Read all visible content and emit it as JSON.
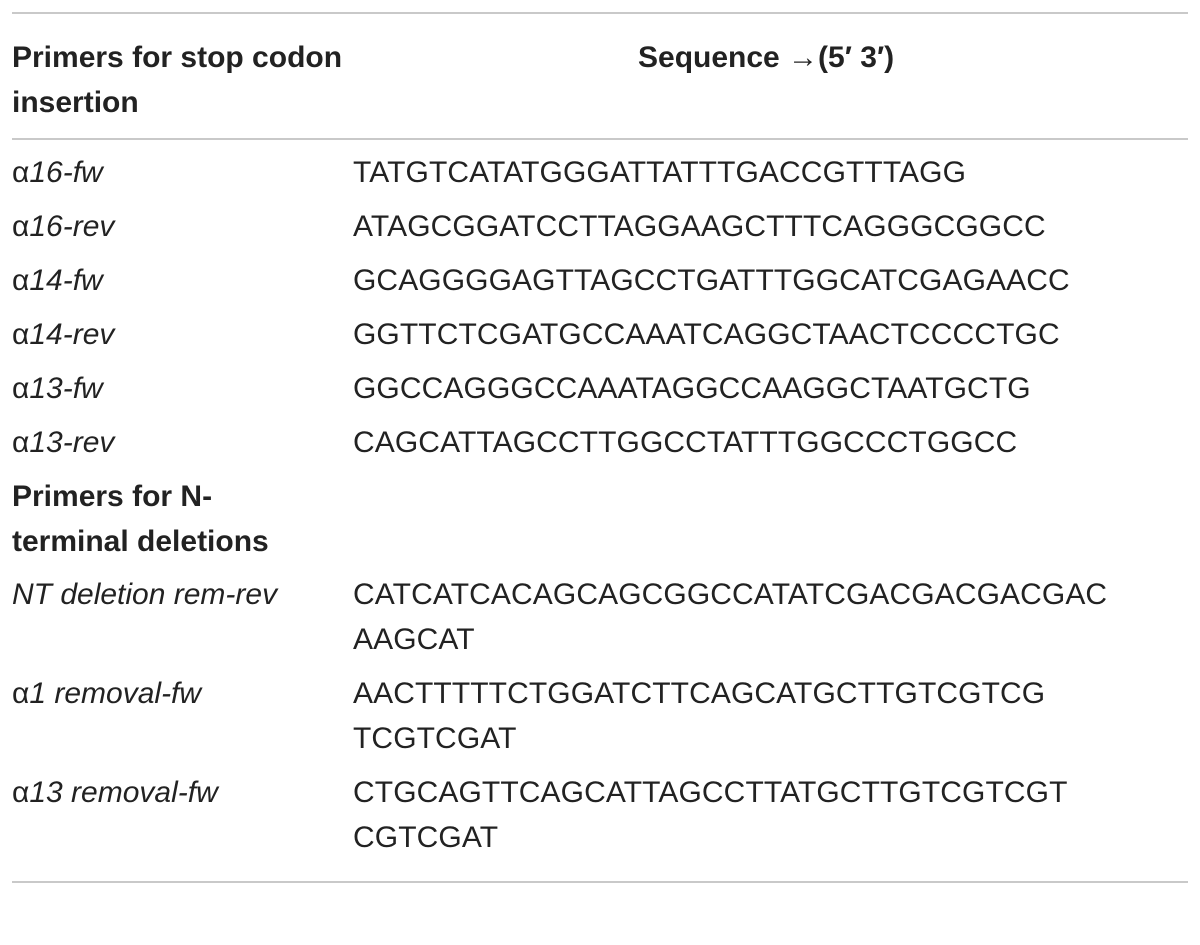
{
  "table": {
    "header": {
      "col1": "Primers for stop codon insertion",
      "col2": "Sequence →(5′ 3′)"
    },
    "stop_codon_rows": [
      {
        "prefix": "α",
        "name": "16-fw",
        "sequence": "TATGTCATATGGGATTATTTGACCGTTTAGG"
      },
      {
        "prefix": "α",
        "name": "16-rev",
        "sequence": "ATAGCGGATCCTTAGGAAGCTTTCAGGGCGGCC"
      },
      {
        "prefix": "α",
        "name": "14-fw",
        "sequence": "GCAGGGGAGTTAGCCTGATTTGGCATCGAGAACC"
      },
      {
        "prefix": "α",
        "name": "14-rev",
        "sequence": "GGTTCTCGATGCCAAATCAGGCTAACTCCCCTGC"
      },
      {
        "prefix": "α",
        "name": "13-fw",
        "sequence": "GGCCAGGGCCAAATAGGCCAAGGCTAATGCTG"
      },
      {
        "prefix": "α",
        "name": "13-rev",
        "sequence": "CAGCATTAGCCTTGGCCTATTTGGCCCTGGCC"
      }
    ],
    "section2_title": "Primers for N-terminal deletions",
    "deletion_rows": [
      {
        "prefix": "",
        "name": "NT deletion rem-rev",
        "seq_line1": "CATCATCACAGCAGCGGCCATATCGACGACGACGAC",
        "seq_line2": "AAGCAT"
      },
      {
        "prefix": "α",
        "name": "1 removal-fw",
        "seq_line1": "AACTTTTTCTGGATCTTCAGCATGCTTGTCGTCG",
        "seq_line2": "TCGTCGAT"
      },
      {
        "prefix": "α",
        "name": "13 removal-fw",
        "seq_line1": "CTGCAGTTCAGCATTAGCCTTATGCTTGTCGTCGT",
        "seq_line2": "CGTCGAT"
      }
    ]
  }
}
